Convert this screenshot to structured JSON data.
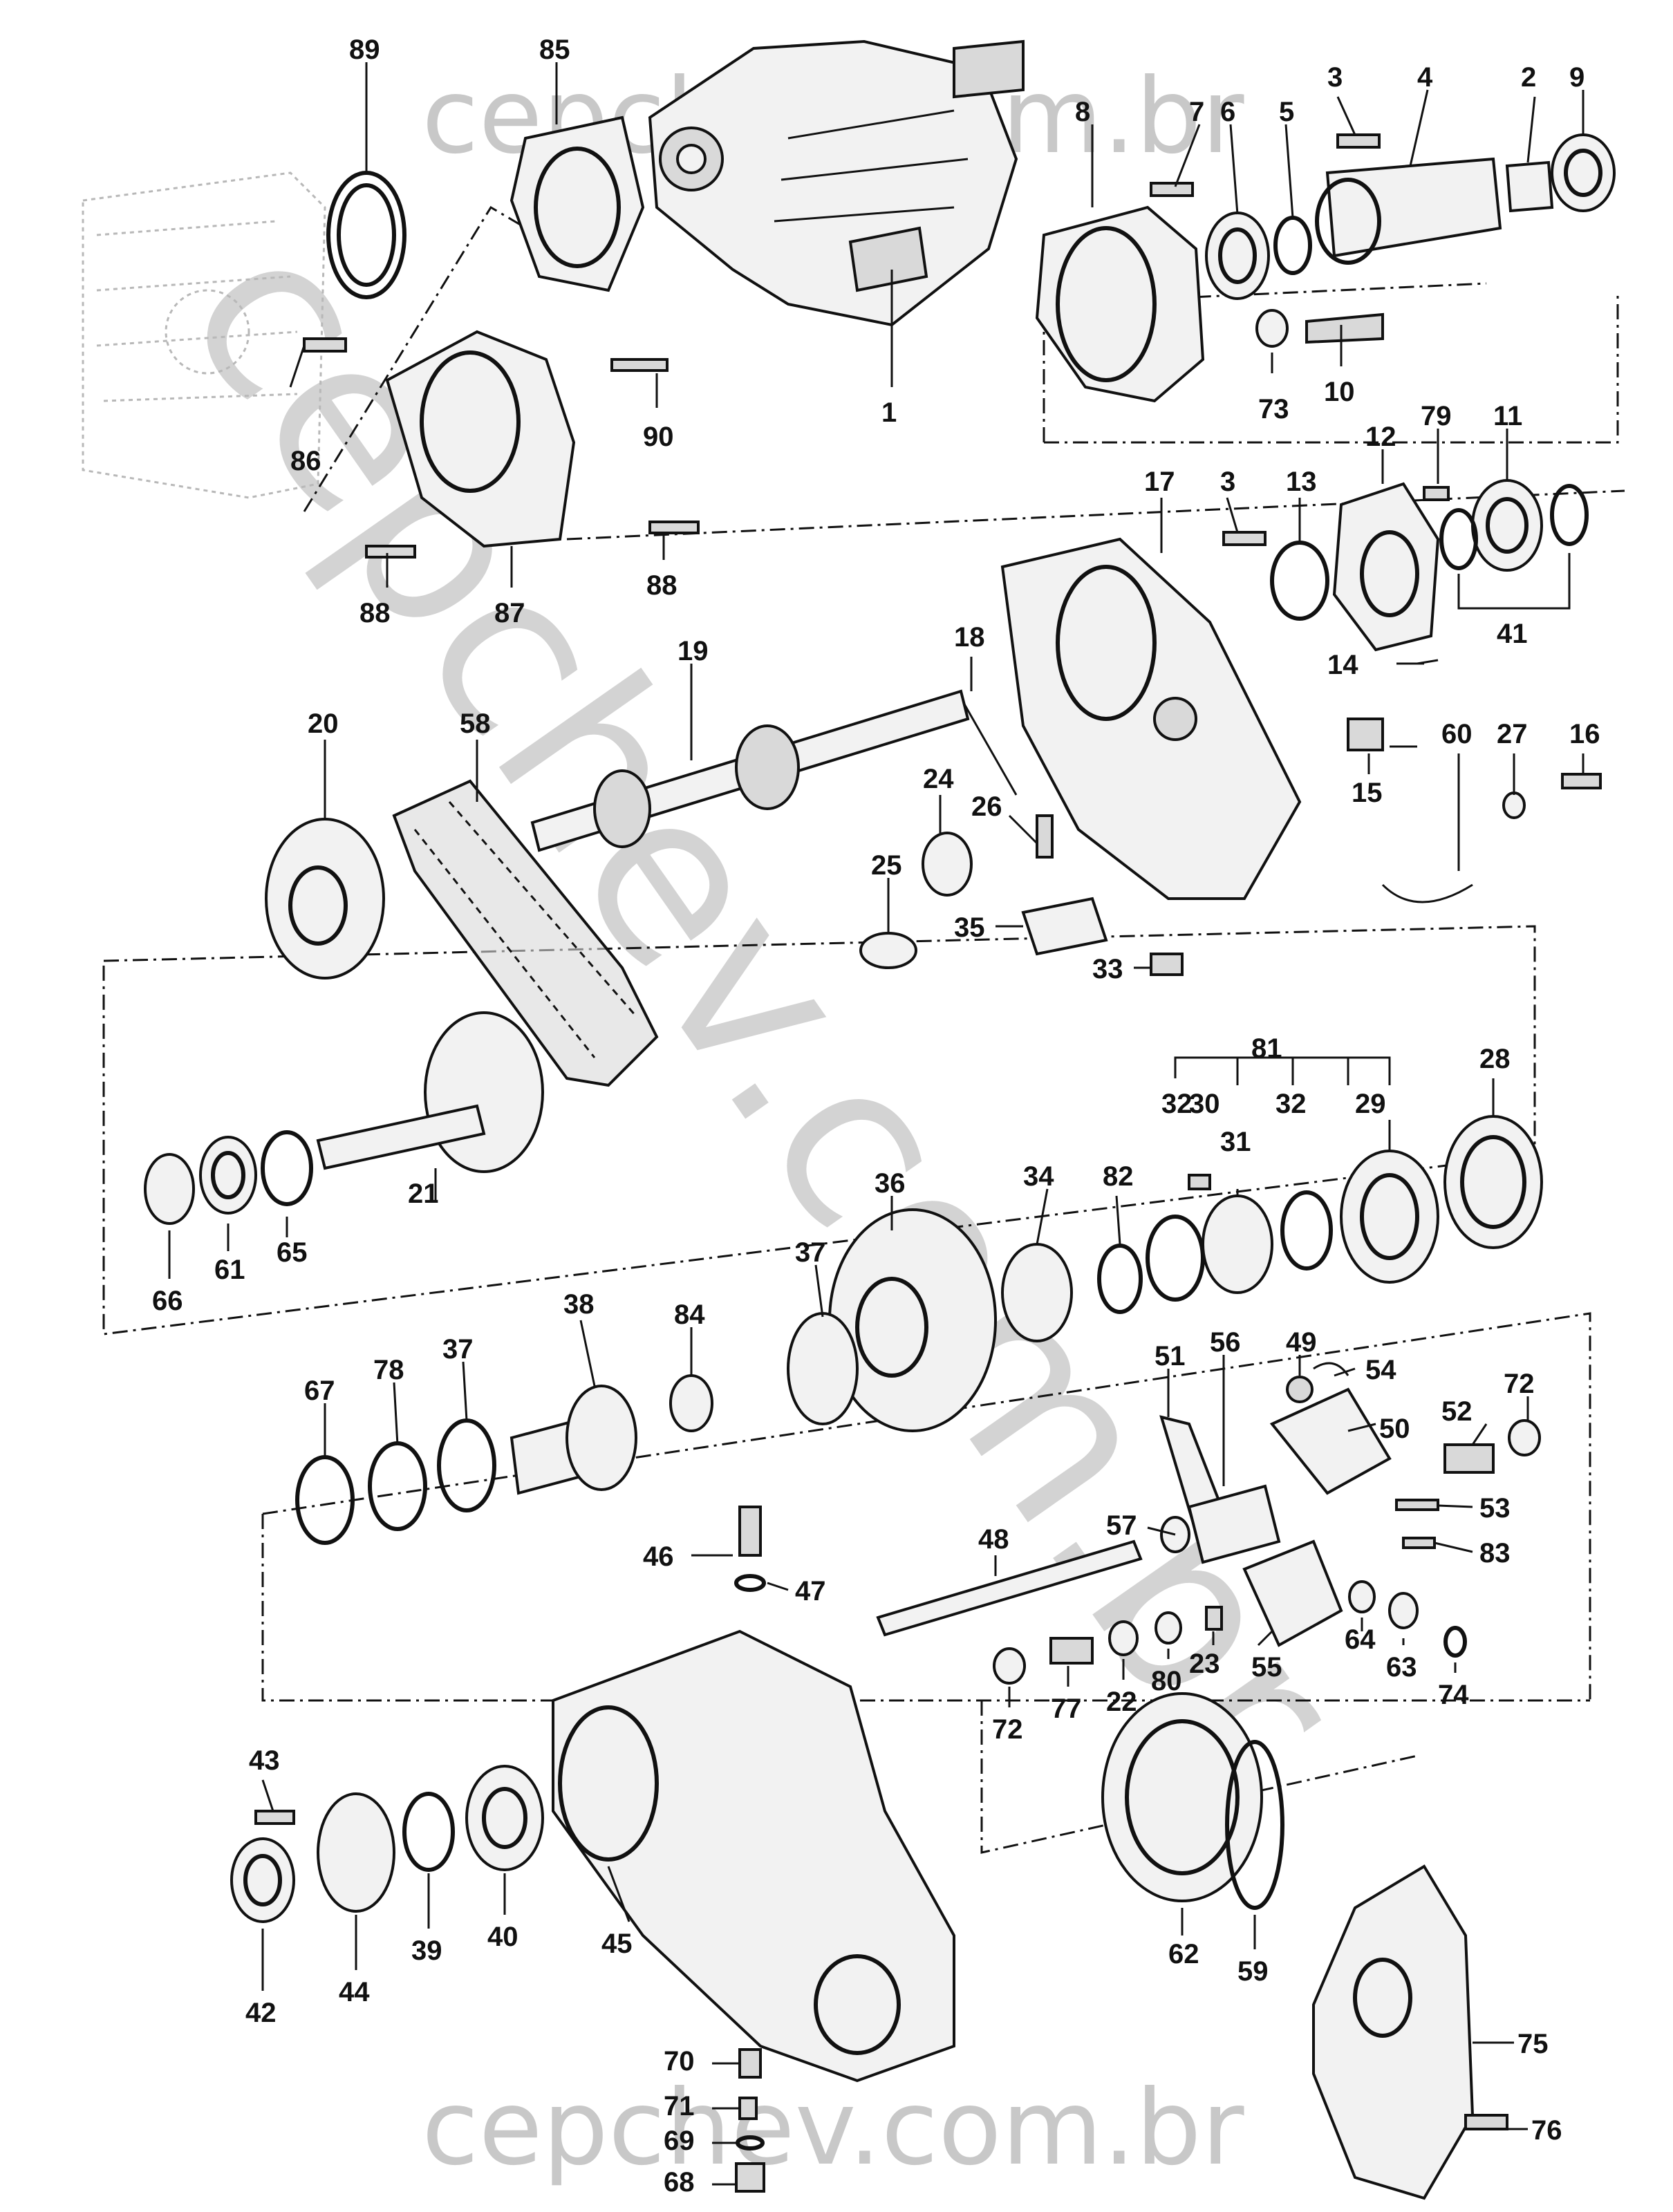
{
  "watermark": {
    "top": "cepchev.com.br",
    "bottom": "cepchev.com.br",
    "diagonal": "cepchev.com.br"
  },
  "callouts": {
    "c1": "1",
    "c2": "2",
    "c3a": "3",
    "c3b": "3",
    "c4": "4",
    "c5": "5",
    "c6": "6",
    "c7": "7",
    "c8": "8",
    "c9": "9",
    "c10": "10",
    "c11": "11",
    "c12": "12",
    "c13": "13",
    "c14": "14",
    "c15": "15",
    "c16": "16",
    "c17": "17",
    "c18": "18",
    "c19": "19",
    "c20": "20",
    "c21": "21",
    "c22": "22",
    "c23": "23",
    "c24": "24",
    "c25": "25",
    "c26": "26",
    "c27": "27",
    "c28": "28",
    "c29": "29",
    "c30": "30",
    "c31": "31",
    "c32a": "32",
    "c32b": "32",
    "c33": "33",
    "c34": "34",
    "c35": "35",
    "c36": "36",
    "c37a": "37",
    "c37b": "37",
    "c38": "38",
    "c39": "39",
    "c40": "40",
    "c41": "41",
    "c42": "42",
    "c43": "43",
    "c44": "44",
    "c45": "45",
    "c46": "46",
    "c47": "47",
    "c48": "48",
    "c49": "49",
    "c50": "50",
    "c51": "51",
    "c52": "52",
    "c53": "53",
    "c54": "54",
    "c55": "55",
    "c56": "56",
    "c57": "57",
    "c58": "58",
    "c59": "59",
    "c60": "60",
    "c61": "61",
    "c62": "62",
    "c63": "63",
    "c64": "64",
    "c65": "65",
    "c66": "66",
    "c67": "67",
    "c68": "68",
    "c69": "69",
    "c70": "70",
    "c71": "71",
    "c72a": "72",
    "c72b": "72",
    "c73": "73",
    "c74": "74",
    "c75": "75",
    "c76": "76",
    "c77": "77",
    "c78": "78",
    "c79": "79",
    "c80": "80",
    "c81": "81",
    "c82": "82",
    "c83": "83",
    "c84": "84",
    "c85": "85",
    "c86": "86",
    "c87": "87",
    "c88a": "88",
    "c88b": "88",
    "c89": "89",
    "c90": "90"
  }
}
